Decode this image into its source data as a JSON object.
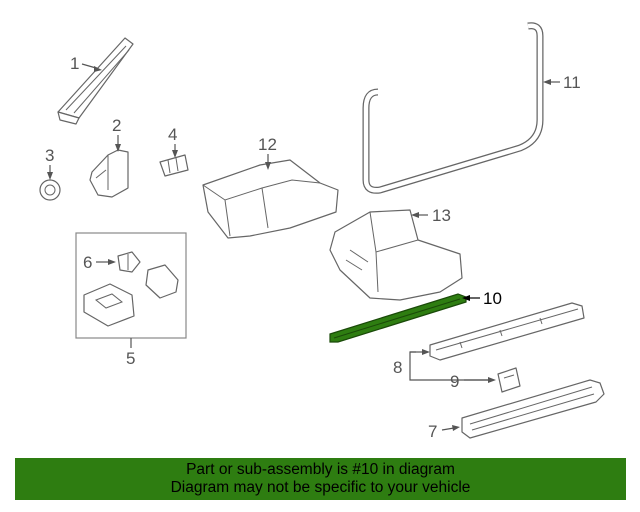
{
  "diagram": {
    "callouts": {
      "c1": "1",
      "c2": "2",
      "c3": "3",
      "c4": "4",
      "c5": "5",
      "c6": "6",
      "c7": "7",
      "c8": "8",
      "c9": "9",
      "c10": "10",
      "c11": "11",
      "c12": "12",
      "c13": "13"
    },
    "highlight_part": "10",
    "highlight_color": "#2e7d11"
  },
  "footer": {
    "line1": "Part or sub-assembly is #10 in diagram",
    "line2": "Diagram may not be specific to your vehicle",
    "background": "#2e7d11"
  }
}
